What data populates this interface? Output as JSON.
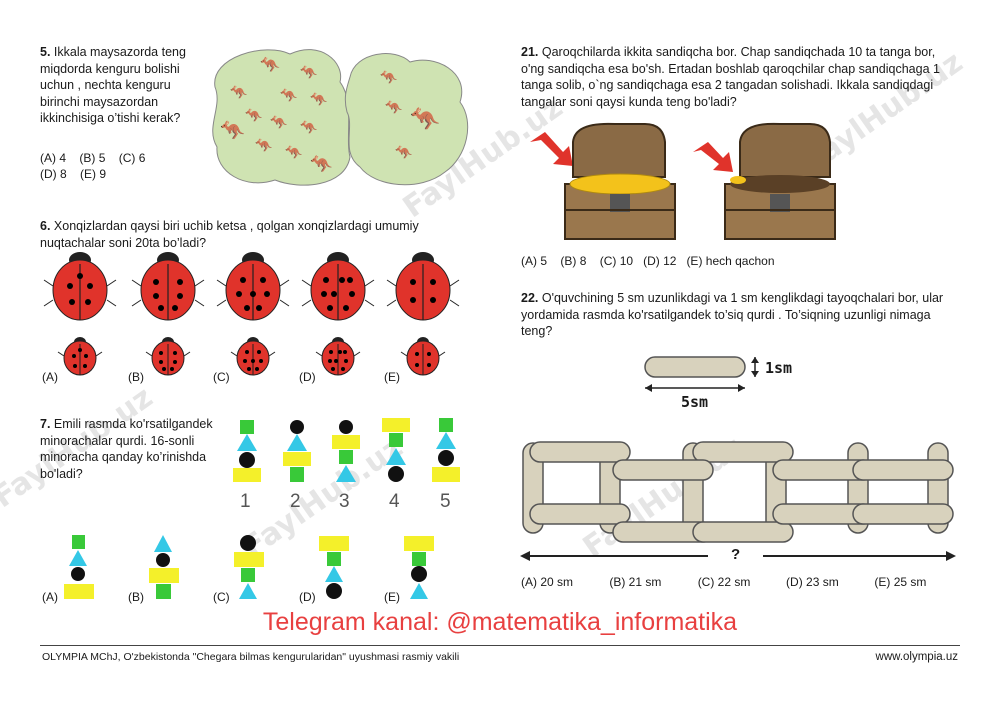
{
  "watermark": "FaylHub.uz",
  "q5": {
    "num": "5.",
    "text": "Ikkala maysazorda teng miqdorda kenguru bolishi uchun , nechta kenguru birinchi maysazordan ikkinchisiga o’tishi kerak?",
    "options": [
      "(A) 4",
      "(B) 5",
      "(C) 6",
      "(D) 8",
      "(E) 9"
    ]
  },
  "q6": {
    "num": "6.",
    "text": "Xonqizlardan qaysi biri uchib ketsa , qolgan xonqizlardagi umumiy nuqtachalar soni 20ta bo’ladi?",
    "options": [
      "(A)",
      "(B)",
      "(C)",
      "(D)",
      "(E)"
    ]
  },
  "q7": {
    "num": "7.",
    "text": "Emili rasmda ko'rsatilgandek minorachalar qurdi. 16-sonli minoracha qanday ko’rinishda bo'ladi?",
    "towers": [
      "1",
      "2",
      "3",
      "4",
      "5"
    ],
    "options": [
      "(A)",
      "(B)",
      "(C)",
      "(D)",
      "(E)"
    ]
  },
  "q21": {
    "num": "21.",
    "text": "Qaroqchilarda ikkita sandiqcha bor. Chap sandiqchada 10 ta tanga bor, o'ng sandiqcha esa bo'sh. Ertadan boshlab qaroqchilar chap sandiqchaga 1 tanga solib, o`ng sandiqchaga esa 2 tangadan solishadi. Ikkala sandiqdagi tangalar soni qaysi kunda teng bo'ladi?",
    "options": [
      "(A) 5",
      "(B) 8",
      "(C) 10",
      "(D) 12",
      "(E) hech qachon"
    ]
  },
  "q22": {
    "num": "22.",
    "text": "O'quvchining 5 sm uzunlikdagi va 1 sm kenglikdagi tayoqchalari bor, ular yordamida rasmda ko'rsatilgandek to’siq qurdi . To’siqning uzunligi nimaga teng?",
    "width_label": "1sm",
    "length_label": "5sm",
    "question_mark": "?",
    "options": [
      "(A) 20 sm",
      "(B) 21 sm",
      "(C) 22 sm",
      "(D) 23 sm",
      "(E) 25 sm"
    ]
  },
  "telegram": "Telegram kanal: @matematika_informatika",
  "footer": {
    "left": "OLYMPIA MChJ, O'zbekistonda \"Chegara bilmas kengurularidan\" uyushmasi rasmiy vakili",
    "right": "www.olympia.uz"
  },
  "colors": {
    "grass": "#cfe3b2",
    "ladybug": "#e0332b",
    "kangaroo": "#c8722e",
    "stick": "#d8d2bd",
    "telegram": "#e84040"
  }
}
